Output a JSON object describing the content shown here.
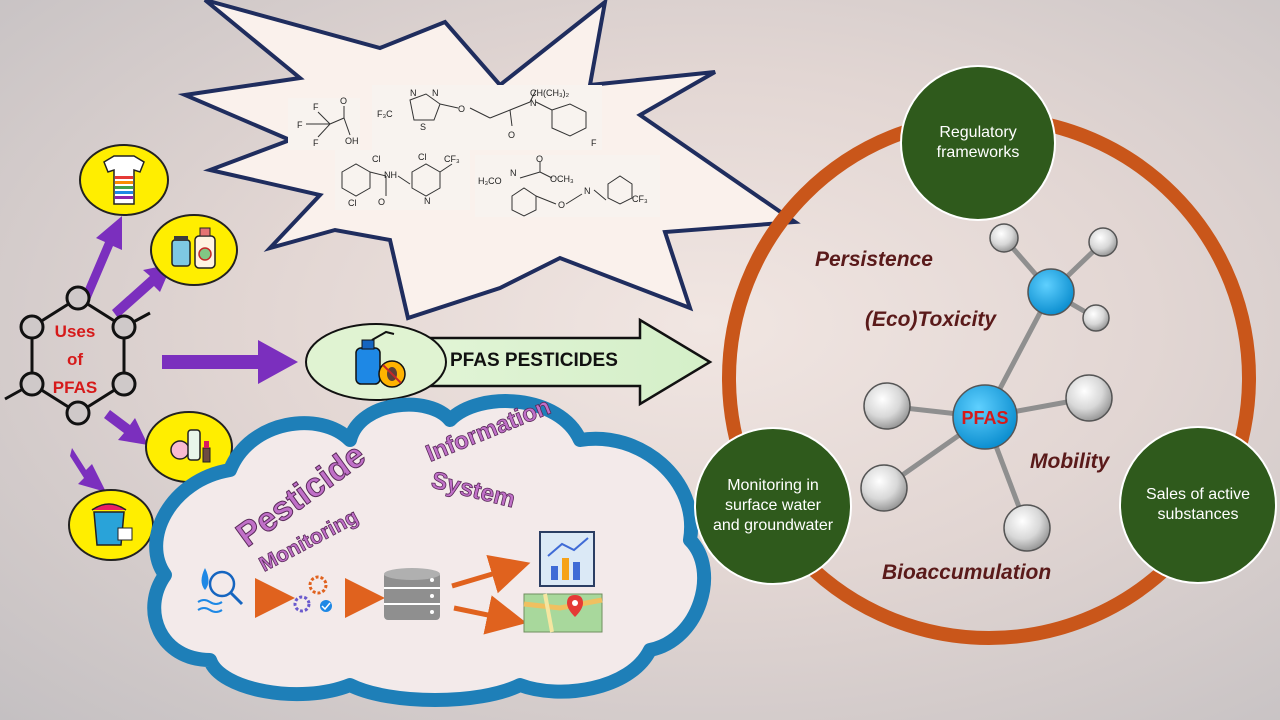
{
  "uses": {
    "line1": "Uses",
    "line2": "of",
    "line3": "PFAS"
  },
  "arrow_label": "PFAS PESTICIDES",
  "center_node": "PFAS",
  "cycle_labels": {
    "persistence": "Persistence",
    "ecotoxicity": "(Eco)Toxicity",
    "mobility": "Mobility",
    "bioaccumulation": "Bioaccumulation"
  },
  "satellites": {
    "regulatory": "Regulatory frameworks",
    "monitoring": "Monitoring in surface water and groundwater",
    "sales": "Sales of active substances"
  },
  "cloud_labels": {
    "pesticide": "Pesticide",
    "monitoring": "Monitoring",
    "information": "Information",
    "system": "System"
  },
  "chemistry": {
    "s1_f1": "F",
    "s1_f2": "F",
    "s1_f3": "F",
    "s1_o": "O",
    "s1_oh": "OH",
    "s2_n1": "N",
    "s2_n2": "N",
    "s2_cf3": "F₃C",
    "s2_s": "S",
    "s2_o1": "O",
    "s2_o2": "O",
    "s2_n3": "N",
    "s2_ch": "CH(CH₃)₂",
    "s2_f": "F",
    "s3_cl1": "Cl",
    "s3_cl2": "Cl",
    "s3_cl3": "Cl",
    "s3_cf3": "CF₃",
    "s3_nh": "NH",
    "s3_n": "N",
    "s3_o": "O",
    "s4_o": "O",
    "s4_och3": "OCH₃",
    "s4_h3co": "H₃CO",
    "s4_n1": "N",
    "s4_n2": "N",
    "s4_o2": "O",
    "s4_cf3": "CF₃"
  },
  "colors": {
    "ring": "#c9561a",
    "satellite": "#2f5a1c",
    "node_blue": "#16a7e8",
    "arrow_purple": "#7b2fbe",
    "cloud_blue": "#1e7fb8",
    "label_pink": "#c070c8"
  }
}
